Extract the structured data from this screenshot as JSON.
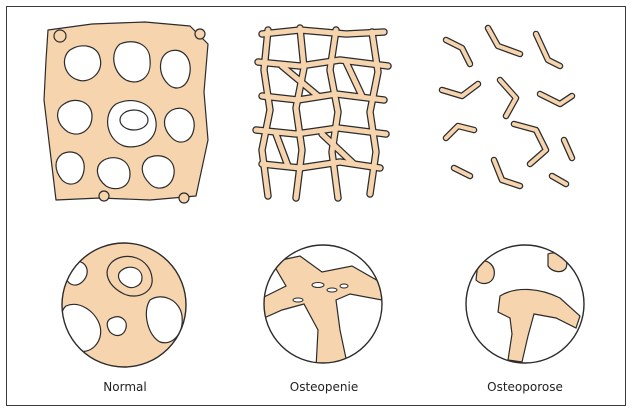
{
  "colors": {
    "bone_fill": "#f6d4ad",
    "outline": "#2b2b2b",
    "frame": "#3a3a3a",
    "background": "#ffffff"
  },
  "panels": [
    {
      "key": "normal",
      "label": "Normal",
      "density": "high"
    },
    {
      "key": "osteopenie",
      "label": "Osteopenie",
      "density": "medium"
    },
    {
      "key": "osteoporose",
      "label": "Osteoporose",
      "density": "low"
    }
  ]
}
